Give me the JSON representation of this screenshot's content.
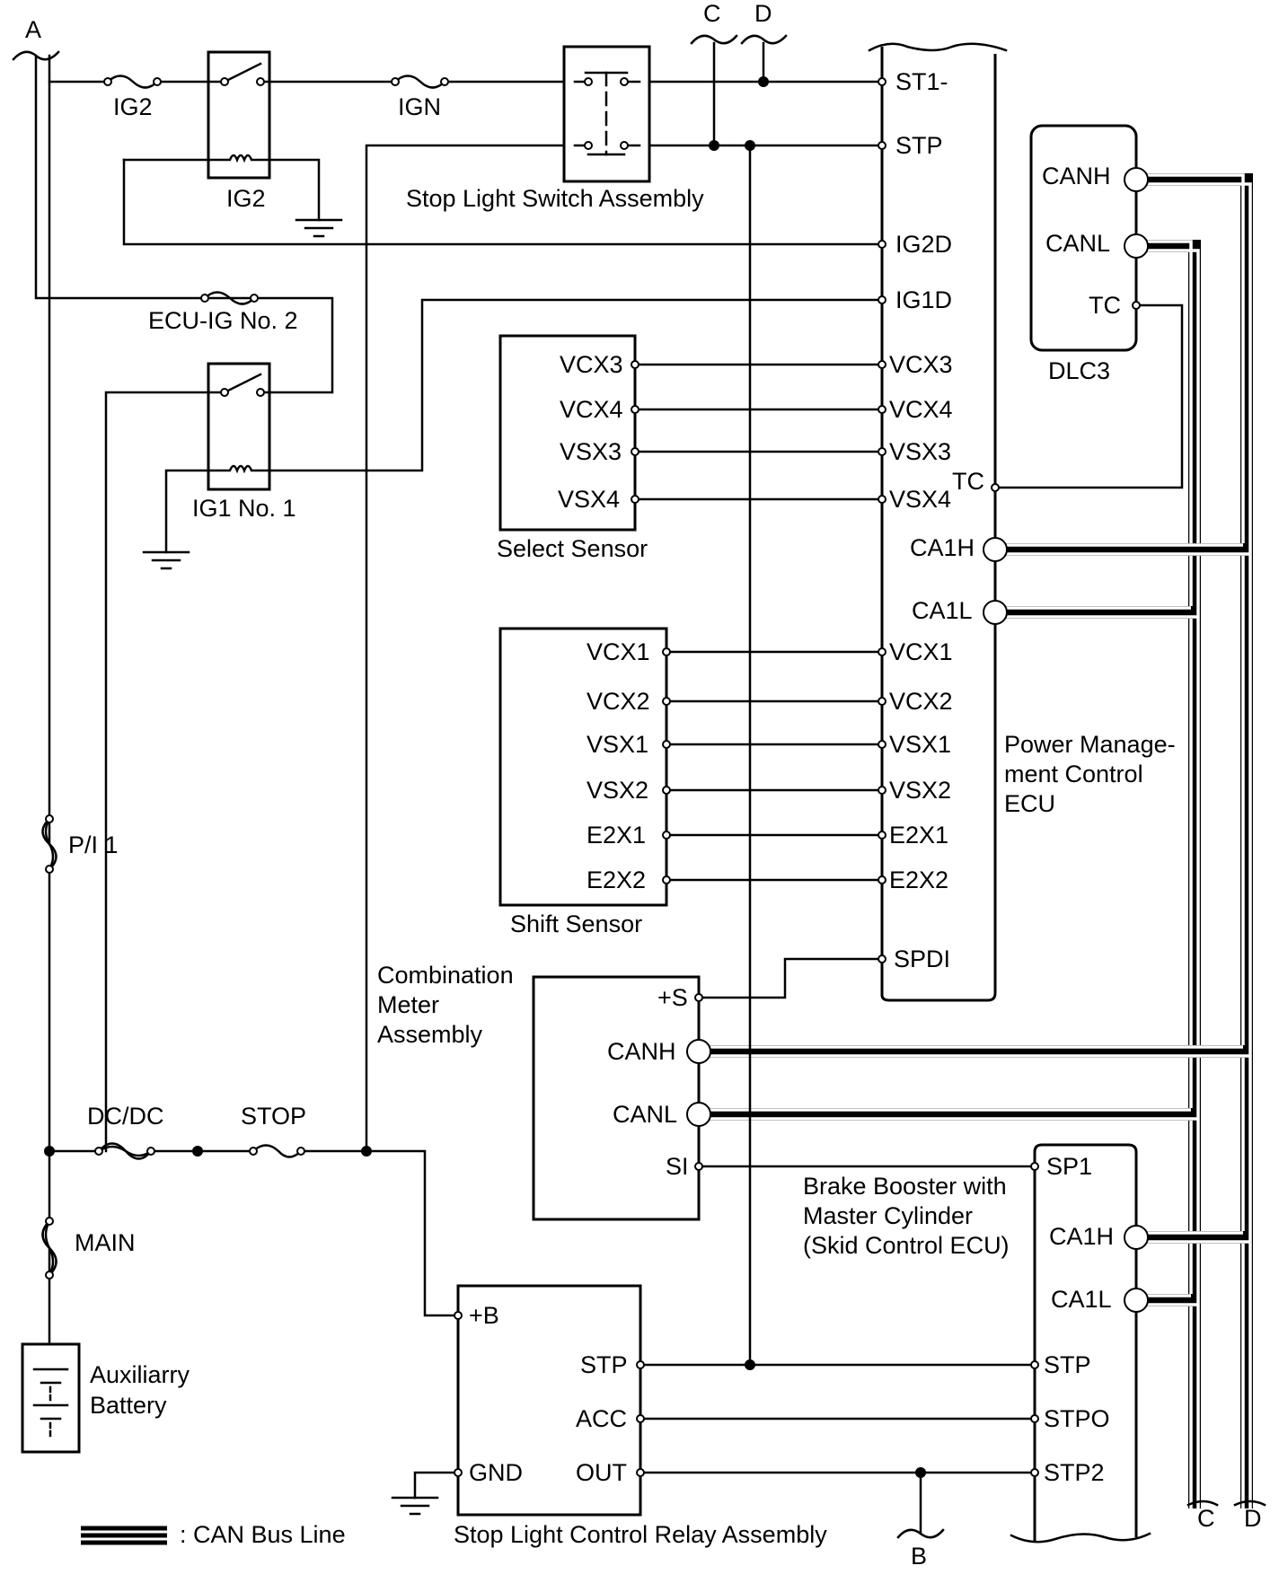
{
  "connectors": {
    "a": "A",
    "b": "B",
    "c": "C",
    "d": "D",
    "c_bottom": "C",
    "d_bottom": "D"
  },
  "fuses": {
    "ig2": "IG2",
    "ign": "IGN",
    "ecu_ig_no2": "ECU-IG No. 2",
    "pi1": "P/I 1",
    "dcdc": "DC/DC",
    "stop": "STOP",
    "main": "MAIN"
  },
  "relays": {
    "ig2": "IG2",
    "ig1_no1": "IG1 No. 1"
  },
  "components": {
    "stop_light_switch": "Stop Light Switch Assembly",
    "dlc3": "DLC3",
    "select_sensor": "Select Sensor",
    "shift_sensor": "Shift Sensor",
    "power_mgmt_ecu": [
      "Power Manage-",
      "ment Control",
      "ECU"
    ],
    "combination_meter": [
      "Combination",
      "Meter",
      "Assembly"
    ],
    "brake_booster": [
      "Brake Booster with",
      "Master Cylinder",
      "(Skid Control ECU)"
    ],
    "stop_light_control_relay": "Stop Light Control Relay Assembly",
    "auxiliary_battery": [
      "Auxiliarry",
      "Battery"
    ]
  },
  "pins": {
    "ecu": {
      "st1": "ST1-",
      "stp": "STP",
      "ig2d": "IG2D",
      "ig1d": "IG1D",
      "vcx3": "VCX3",
      "vcx4": "VCX4",
      "vsx3": "VSX3",
      "vsx4": "VSX4",
      "tc": "TC",
      "ca1h": "CA1H",
      "ca1l": "CA1L",
      "vcx1": "VCX1",
      "vcx2": "VCX2",
      "vsx1": "VSX1",
      "vsx2": "VSX2",
      "e2x1": "E2X1",
      "e2x2": "E2X2",
      "spdi": "SPDI"
    },
    "dlc3": {
      "canh": "CANH",
      "canl": "CANL",
      "tc": "TC"
    },
    "select_sensor": {
      "vcx3": "VCX3",
      "vcx4": "VCX4",
      "vsx3": "VSX3",
      "vsx4": "VSX4"
    },
    "shift_sensor": {
      "vcx1": "VCX1",
      "vcx2": "VCX2",
      "vsx1": "VSX1",
      "vsx2": "VSX2",
      "e2x1": "E2X1",
      "e2x2": "E2X2"
    },
    "meter": {
      "s": "+S",
      "canh": "CANH",
      "canl": "CANL",
      "si": "SI"
    },
    "brake": {
      "sp1": "SP1",
      "ca1h": "CA1H",
      "ca1l": "CA1L",
      "stp": "STP",
      "stpo": "STPO",
      "stp2": "STP2"
    },
    "relay_assy": {
      "b": "+B",
      "stp": "STP",
      "acc": "ACC",
      "gnd": "GND",
      "out": "OUT"
    }
  },
  "legend": {
    "can_bus": ": CAN Bus Line"
  }
}
